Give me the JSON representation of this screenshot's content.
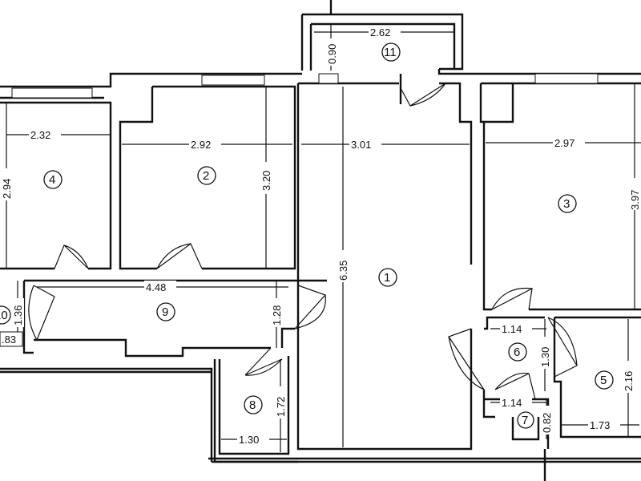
{
  "rooms": [
    {
      "id": "1",
      "dims": [
        "3.01",
        "6.35"
      ]
    },
    {
      "id": "2",
      "dims": [
        "2.92",
        "3.20"
      ]
    },
    {
      "id": "3",
      "dims": [
        "2.97",
        "3.97"
      ]
    },
    {
      "id": "4",
      "dims": [
        "2.32",
        "2.94"
      ]
    },
    {
      "id": "5",
      "dims": [
        "1.73",
        "2.16"
      ]
    },
    {
      "id": "6",
      "dims": [
        "1.14",
        "1.30"
      ]
    },
    {
      "id": "7",
      "dims": [
        "1.14",
        "0.82"
      ]
    },
    {
      "id": "8",
      "dims": [
        "1.30",
        "1.72"
      ]
    },
    {
      "id": "9",
      "dims": [
        "4.48",
        "1.28"
      ]
    },
    {
      "id": "10",
      "dims": [
        "1.36",
        "0.83"
      ]
    },
    {
      "id": "11",
      "dims": [
        "2.62",
        "0.90"
      ]
    }
  ],
  "labels": {
    "r1": "1",
    "r2": "2",
    "r3": "3",
    "r4": "4",
    "r5": "5",
    "r6": "6",
    "r7": "7",
    "r8": "8",
    "r9": "9",
    "r10": "10",
    "r11": "11",
    "d_301": "3.01",
    "d_635": "6.35",
    "d_292": "2.92",
    "d_320": "3.20",
    "d_297": "2.97",
    "d_397": "3.97",
    "d_232": "2.32",
    "d_294": "2.94",
    "d_173": "1.73",
    "d_216": "2.16",
    "d_114a": "1.14",
    "d_130a": "1.30",
    "d_114b": "1.14",
    "d_082": "0.82",
    "d_130b": "1.30",
    "d_172": "1.72",
    "d_448": "4.48",
    "d_128": "1.28",
    "d_136": "1.36",
    "d_083": ".83",
    "d_262": "2.62",
    "d_090": "0.90"
  }
}
